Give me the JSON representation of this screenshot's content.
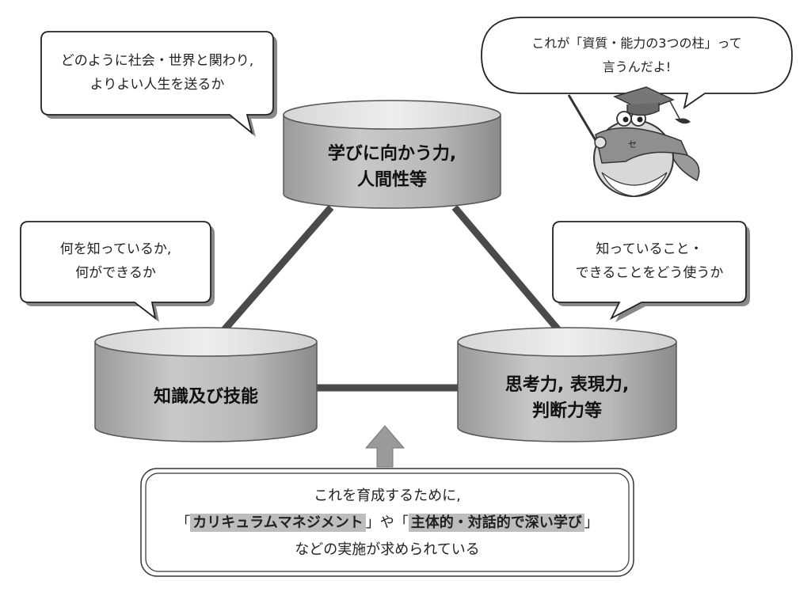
{
  "pillars": {
    "top": {
      "line1": "学びに向かう力,",
      "line2": "人間性等"
    },
    "left": {
      "line1": "知識及び技能"
    },
    "right": {
      "line1": "思考力, 表現力,",
      "line2": "判断力等"
    }
  },
  "bubbles": {
    "top_left": {
      "line1": "どのように社会・世界と関わり,",
      "line2": "よりよい人生を送るか"
    },
    "left": {
      "line1": "何を知っているか,",
      "line2": "何ができるか"
    },
    "right": {
      "line1": "知っていること・",
      "line2": "できることをどう使うか"
    },
    "mascot": {
      "line1": "これが「資質・能力の3つの柱」って",
      "line2": "言うんだよ!"
    }
  },
  "bottom": {
    "line1": "これを育成するために,",
    "line2_open1": "「",
    "line2_term1": "カリキュラムマネジメント",
    "line2_close1": "」",
    "line2_mid": "や",
    "line2_open2": "「",
    "line2_term2": "主体的・対話的で深い学び",
    "line2_close2": "」",
    "line3": "などの実施が求められている"
  }
}
